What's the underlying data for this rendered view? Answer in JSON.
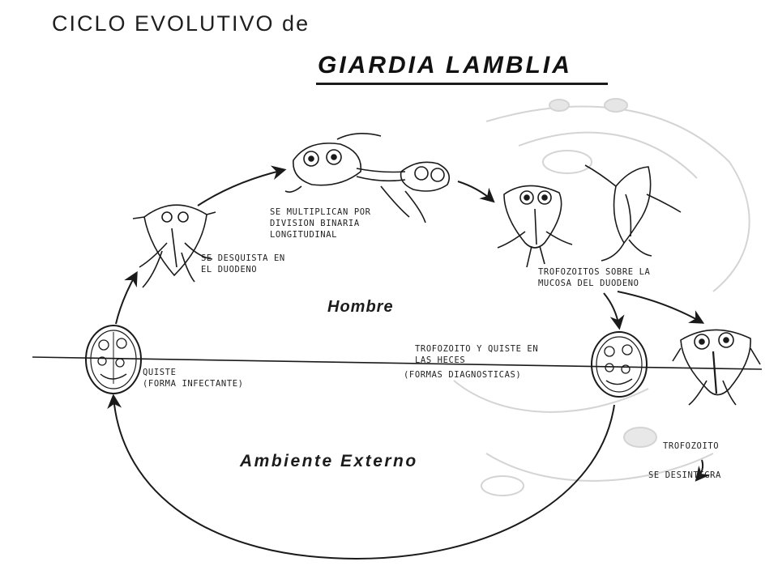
{
  "title": {
    "line1": "CICLO EVOLUTIVO de",
    "line2": "GIARDIA LAMBLIA"
  },
  "regions": {
    "host": "Hombre",
    "external": "Ambiente Externo"
  },
  "labels": {
    "cyst": "QUISTE\n(FORMA INFECTANTE)",
    "excyst": "SE DESQUISTA EN\nEL DUODENO",
    "multiply": "SE MULTIPLICAN POR\nDIVISION BINARIA\nLONGITUDINAL",
    "mucosa": "TROFOZOITOS SOBRE LA\nMUCOSA DEL DUODENO",
    "feces": "TROFOZOITO Y QUISTE EN\nLAS HECES",
    "diagnostic": "(FORMAS DIAGNOSTICAS)",
    "troph": "TROFOZOITO",
    "disintegrate": "SE DESINTEGRA"
  },
  "colors": {
    "ink": "#1a1a1a",
    "background": "#ffffff",
    "faint": "#bdbdbd"
  }
}
